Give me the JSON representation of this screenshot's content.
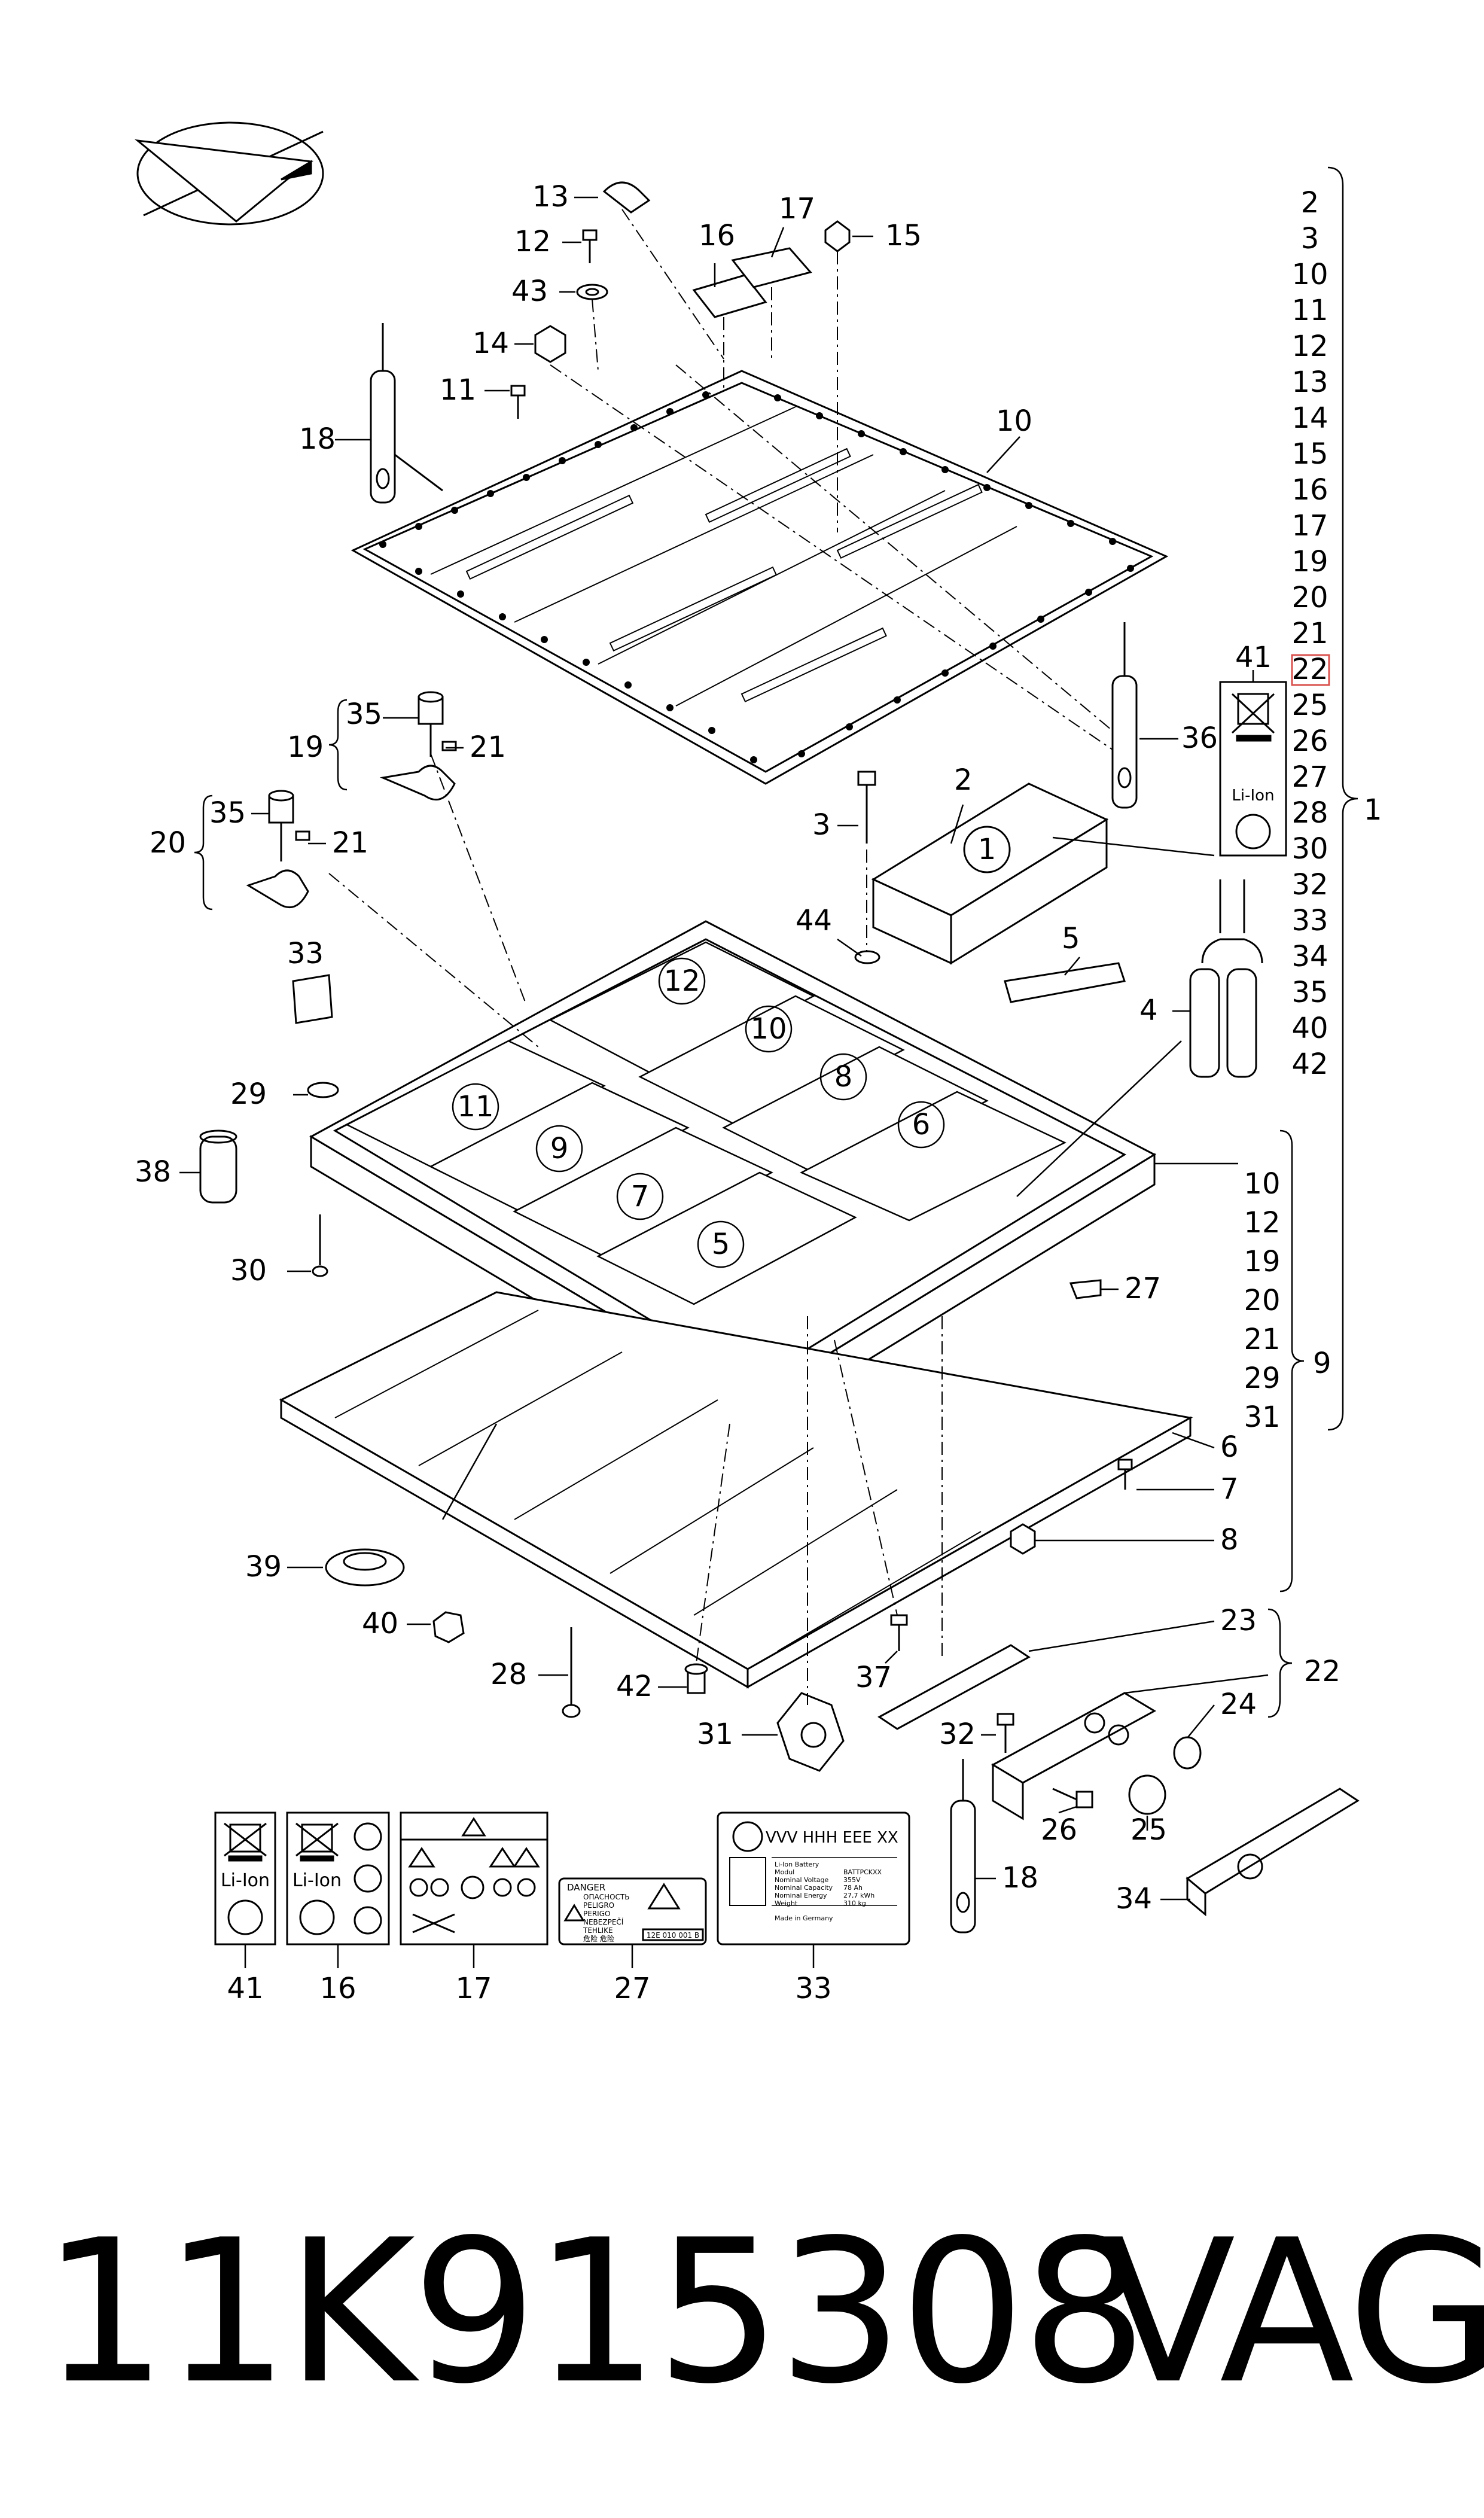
{
  "callouts": {
    "c13": "13",
    "c12": "12",
    "c43": "43",
    "c14": "14",
    "c11": "11",
    "c18": "18",
    "c16": "16",
    "c17": "17",
    "c15": "15",
    "c10": "10",
    "c35a": "35",
    "c19": "19",
    "c21a": "21",
    "c35b": "35",
    "c20": "20",
    "c21b": "21",
    "c36": "36",
    "c41": "41",
    "c3": "3",
    "c2": "2",
    "c44": "44",
    "c5": "5",
    "c4": "4",
    "c33": "33",
    "c29": "29",
    "c38": "38",
    "c30": "30",
    "c27": "27",
    "c6": "6",
    "c7": "7",
    "c8": "8",
    "c39": "39",
    "c40": "40",
    "c28": "28",
    "c42": "42",
    "c37": "37",
    "c31": "31",
    "c23": "23",
    "c22": "22",
    "c24": "24",
    "c32": "32",
    "c26": "26",
    "c25": "25",
    "c18b": "18",
    "c34": "34",
    "b41": "41",
    "b16": "16",
    "b17": "17",
    "b27": "27",
    "b33": "33",
    "one": "1",
    "nine": "9",
    "cell1": "1",
    "cell5": "5",
    "cell6": "6",
    "cell7": "7",
    "cell8": "8",
    "cell9": "9",
    "cell10": "10",
    "cell11": "11",
    "cell12": "12"
  },
  "group_1_index": [
    "2",
    "3",
    "10",
    "11",
    "12",
    "13",
    "14",
    "15",
    "16",
    "17",
    "19",
    "20",
    "21",
    "22",
    "25",
    "26",
    "27",
    "28",
    "30",
    "32",
    "33",
    "34",
    "35",
    "40",
    "42"
  ],
  "group_9_index": [
    "10",
    "12",
    "19",
    "20",
    "21",
    "29",
    "31"
  ],
  "highlight_color": "#d9534f",
  "labels": {
    "li_ion": "Li-Ion",
    "danger_title": "DANGER",
    "danger_lines": [
      "ОПАСНОСТЬ",
      "PELIGRO",
      "PERIGO",
      "NEBEZPEČÍ",
      "TEHLIKE",
      "危险 危险"
    ],
    "danger_code": "12E 010 001 B",
    "rating_header": "VVV HHH EEE XX",
    "rating_rows": [
      "Li-Ion Battery",
      "Modul",
      "Nominal Voltage",
      "Nominal Capacity",
      "Nominal Energy",
      "Weight",
      "Made in Germany"
    ],
    "rating_values": [
      "BATTPCKXX",
      "355V",
      "78 Ah",
      "27,7 kWh",
      "310 kg"
    ]
  },
  "footer": {
    "part_number": "11K915308",
    "brand": "VAG"
  }
}
